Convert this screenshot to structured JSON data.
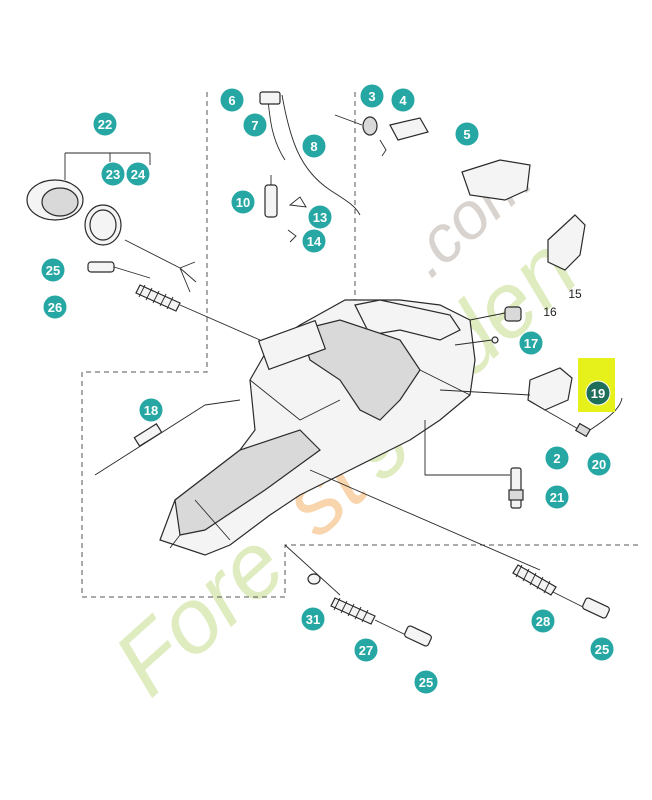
{
  "diagram": {
    "callout_color": "#26a7a3",
    "highlight_color": "#e6f01a",
    "highlight_callout_color": "#1f6e5a",
    "callouts": [
      {
        "label": "6"
      },
      {
        "label": "7"
      },
      {
        "label": "3"
      },
      {
        "label": "4"
      },
      {
        "label": "8"
      },
      {
        "label": "22"
      },
      {
        "label": "23"
      },
      {
        "label": "24"
      },
      {
        "label": "5"
      },
      {
        "label": "10"
      },
      {
        "label": "13"
      },
      {
        "label": "14"
      },
      {
        "label": "25"
      },
      {
        "label": "26"
      },
      {
        "label": "17"
      },
      {
        "label": "18"
      },
      {
        "label": "19"
      },
      {
        "label": "2"
      },
      {
        "label": "20"
      },
      {
        "label": "21"
      },
      {
        "label": "31"
      },
      {
        "label": "27"
      },
      {
        "label": "28"
      },
      {
        "label": "25"
      },
      {
        "label": "25"
      }
    ],
    "plain_labels": [
      {
        "label": "15"
      },
      {
        "label": "16"
      }
    ],
    "highlighted_label": "19",
    "watermark": "forestgarden.com"
  }
}
